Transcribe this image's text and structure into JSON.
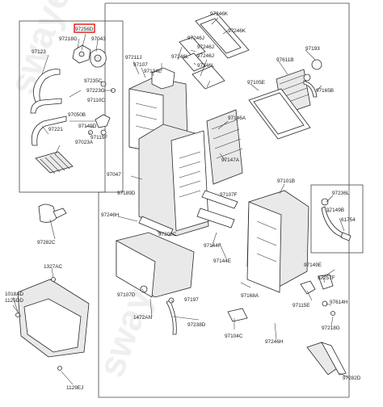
{
  "diagram": {
    "highlighted_label": "97256D",
    "highlight_color": "#e00000",
    "watermark": "swaye.y",
    "labels": [
      "97246K",
      "97246J",
      "97246J",
      "97246J",
      "97246L",
      "97246L",
      "97246K",
      "97193",
      "97611B",
      "97211J",
      "97107",
      "97134E",
      "97105E",
      "97165B",
      "97256D",
      "97218G",
      "97043",
      "97123",
      "97235C",
      "97223G",
      "97110C",
      "97050B",
      "97149D",
      "97221",
      "97115F",
      "97023A",
      "97146A",
      "97147A",
      "97047",
      "97101B",
      "97236L",
      "97149B",
      "61754",
      "97189D",
      "97107F",
      "97246H",
      "97206C",
      "97144F",
      "97144E",
      "97282C",
      "1327AC",
      "97149E",
      "97257F",
      "1018AD",
      "1125DD",
      "97107D",
      "97197",
      "97168A",
      "97614H",
      "1472AN",
      "97115E",
      "97218G",
      "97238D",
      "97104C",
      "97246H",
      "1129EJ",
      "97282D"
    ]
  }
}
